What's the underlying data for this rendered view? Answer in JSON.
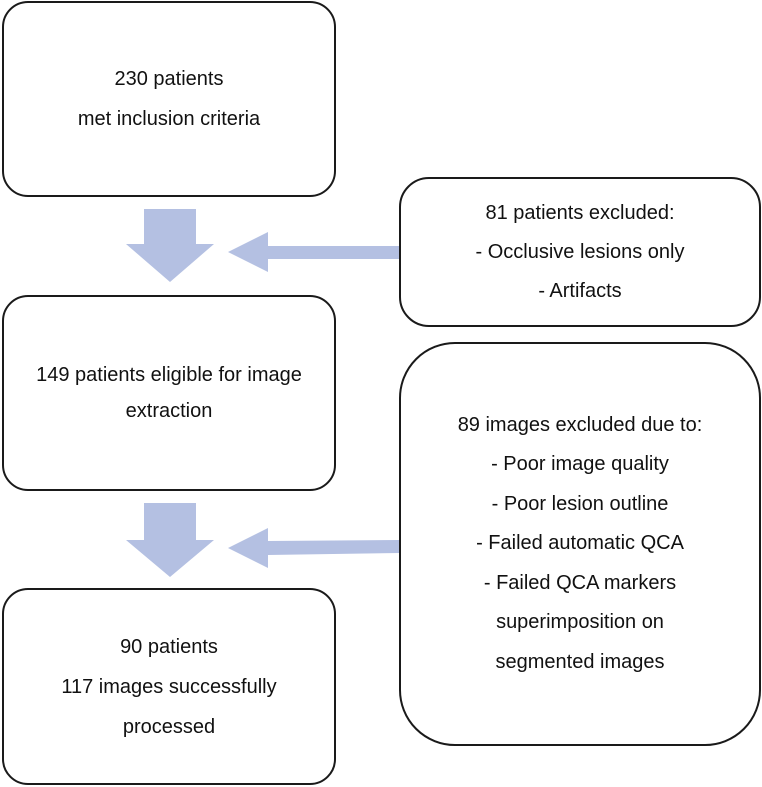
{
  "colors": {
    "arrow": "#b4c0e2",
    "border": "#1a1a1a"
  },
  "boxes": {
    "inclusion": {
      "lines": [
        "230 patients",
        "met inclusion criteria"
      ]
    },
    "eligible": {
      "text": "149 patients eligible for image extraction"
    },
    "processed": {
      "lines": [
        "90 patients",
        "117 images successfully",
        "processed"
      ]
    }
  },
  "exclusions": {
    "patients": {
      "lines": [
        "81 patients excluded:",
        "- Occlusive lesions only",
        "- Artifacts"
      ]
    },
    "images": {
      "lines": [
        "89 images excluded due to:",
        "- Poor image quality",
        "- Poor lesion outline",
        "- Failed automatic QCA",
        "- Failed QCA markers",
        "superimposition on",
        "segmented images"
      ]
    }
  }
}
